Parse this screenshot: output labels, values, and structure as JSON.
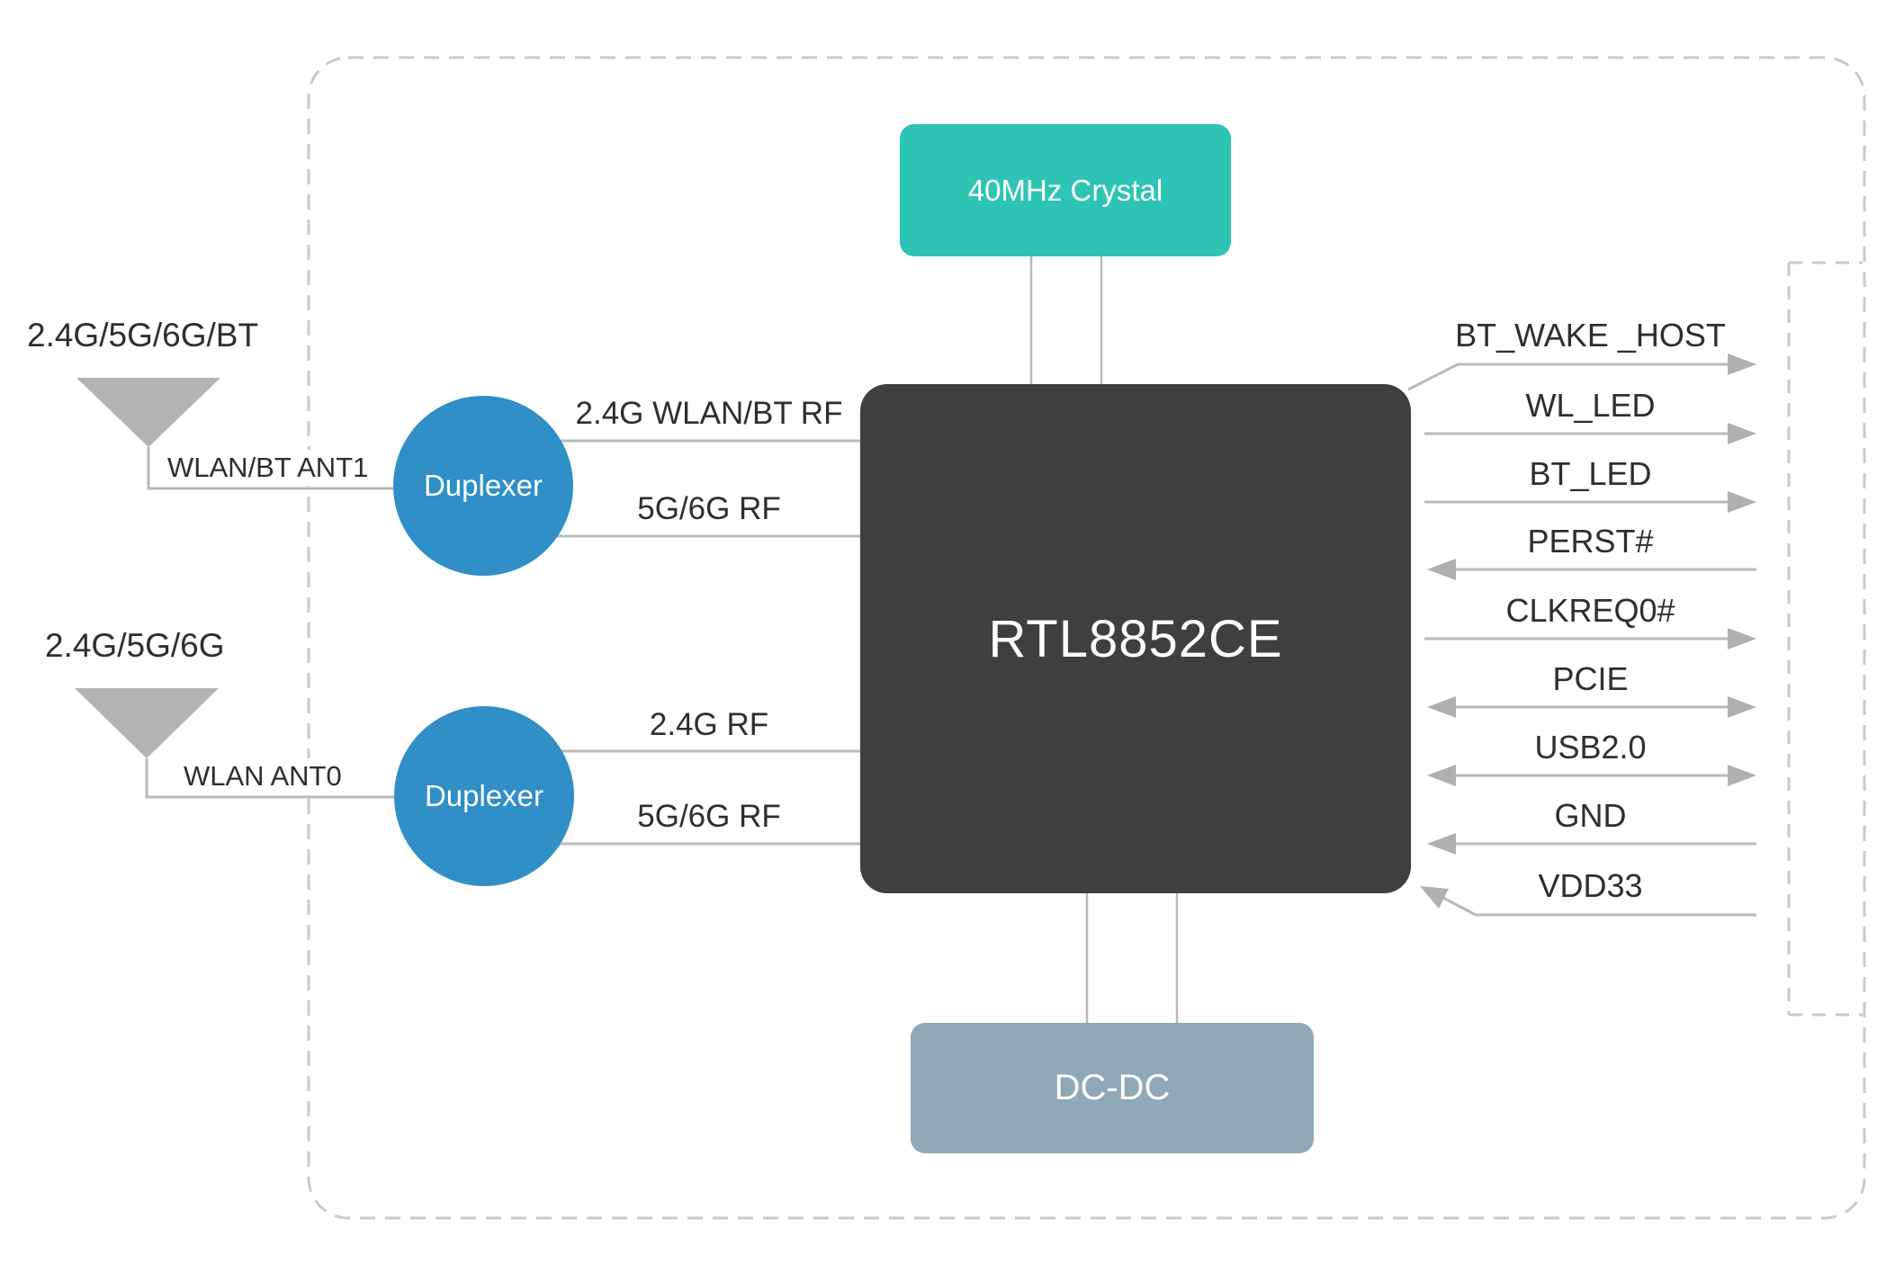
{
  "diagram": {
    "chip": {
      "label": "RTL8852CE"
    },
    "crystal": {
      "label": "40MHz Crystal"
    },
    "dcdc": {
      "label": "DC-DC"
    },
    "duplexer1": {
      "label": "Duplexer"
    },
    "duplexer2": {
      "label": "Duplexer"
    },
    "antenna1": {
      "bands": "2.4G/5G/6G/BT",
      "name": "WLAN/BT ANT1"
    },
    "antenna2": {
      "bands": "2.4G/5G/6G",
      "name": "WLAN ANT0"
    },
    "rf_paths": {
      "duplexer1_top": "2.4G WLAN/BT RF",
      "duplexer1_bottom": "5G/6G RF",
      "duplexer2_top": "2.4G RF",
      "duplexer2_bottom": "5G/6G RF"
    },
    "signals": [
      {
        "label": "BT_WAKE _HOST",
        "direction": "out"
      },
      {
        "label": "WL_LED",
        "direction": "out"
      },
      {
        "label": "BT_LED",
        "direction": "out"
      },
      {
        "label": "PERST#",
        "direction": "in"
      },
      {
        "label": "CLKREQ0#",
        "direction": "out"
      },
      {
        "label": "PCIE",
        "direction": "bidirectional"
      },
      {
        "label": "USB2.0",
        "direction": "bidirectional"
      },
      {
        "label": "GND",
        "direction": "in"
      },
      {
        "label": "VDD33",
        "direction": "in"
      }
    ],
    "colors": {
      "crystal_teal": "#2ec4b5",
      "chip_dark": "#3f3f3f",
      "dcdc_slate": "#8ea8b8",
      "duplexer_blue": "#2f8fc6",
      "antenna_gray": "#b3b3b3",
      "line_gray": "#b9b9b9",
      "dash_gray": "#c9c9c9",
      "text_dark": "#2e2e2e"
    }
  }
}
